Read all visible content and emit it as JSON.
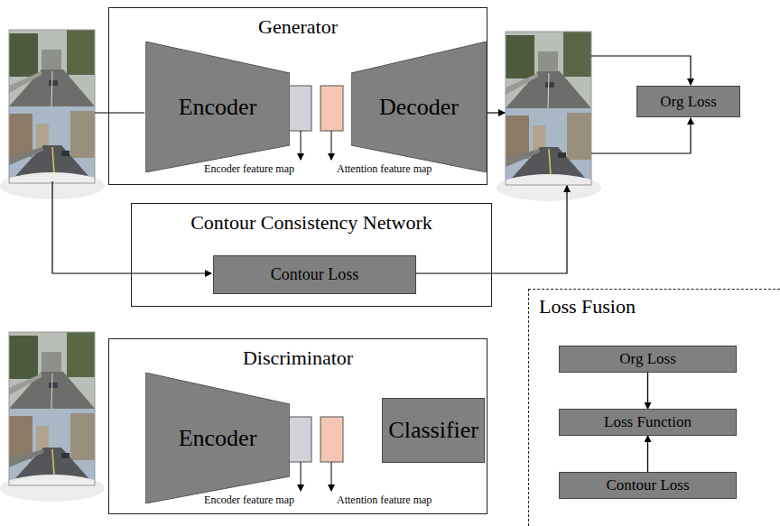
{
  "diagram": {
    "nodes": [
      {
        "text": [
          "Generator"
        ]
      },
      {
        "text": [
          "Encoder"
        ],
        "in": 0
      },
      {
        "text": [
          "Decoder"
        ],
        "in": 0
      },
      {
        "text": [
          "Org Loss"
        ]
      },
      {
        "text": [
          "Contour Consistency Network"
        ]
      },
      {
        "text": [
          "Contour Loss"
        ],
        "in": 4
      },
      {
        "text": [
          "Discriminator"
        ]
      },
      {
        "text": [
          "Encoder"
        ],
        "in": 6
      },
      {
        "text": [
          "Classifier"
        ],
        "in": 6
      },
      {
        "text": [
          "Loss Fusion"
        ]
      },
      {
        "text": [
          "Org Loss"
        ],
        "in": 9
      },
      {
        "text": [
          "Loss Function"
        ],
        "in": 9
      },
      {
        "text": [
          "Contour Loss"
        ],
        "in": 9
      }
    ],
    "edges": [
      {
        "from": 10,
        "to": 11,
        "arrow": "to"
      },
      {
        "from": 12,
        "to": 11,
        "arrow": "to"
      }
    ],
    "labels": [
      "Encoder feature map",
      "Attention feature map",
      "Encoder feature map",
      "Attention feature map"
    ]
  }
}
